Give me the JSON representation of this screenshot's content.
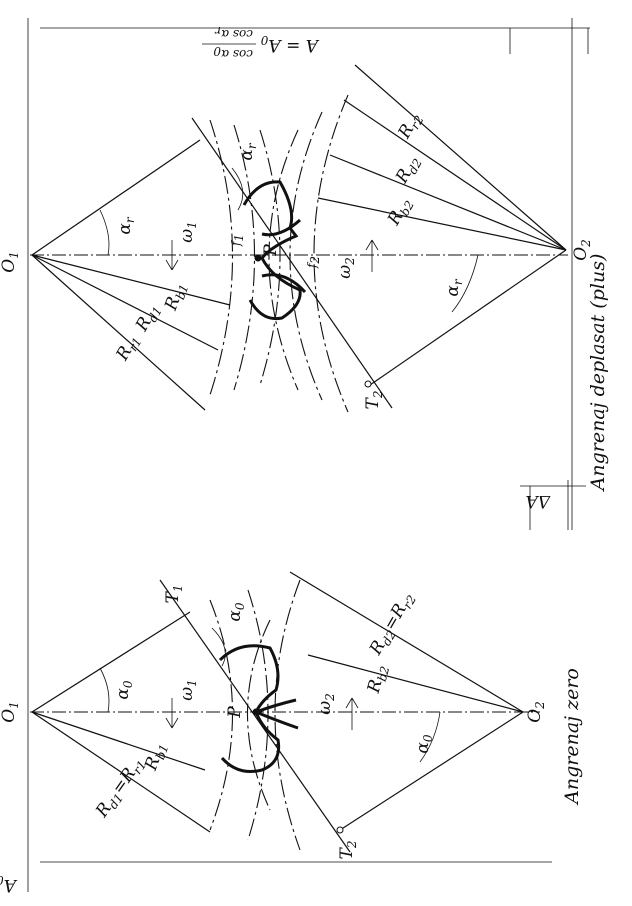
{
  "captions": {
    "zero": "Angrenaj zero",
    "shifted": "Angrenaj deplasat (plus)"
  },
  "formula": {
    "lhs": "A = A",
    "lhs_sub": "0",
    "num": "cos α",
    "num_sub": "0",
    "den": "cos α",
    "den_sub": "r"
  },
  "dimensions": {
    "a0": "A",
    "a0_sub": "0",
    "delta": "ΔA"
  },
  "zero": {
    "o1": "O",
    "o1_sub": "1",
    "o2": "O",
    "o2_sub": "2",
    "t1": "T",
    "t1_sub": "1",
    "t2": "T",
    "t2_sub": "2",
    "p": "P",
    "rd1": "R",
    "rd1_sub": "d1",
    "rd1_eq": "=R",
    "rd1_eq_sub": "r1",
    "rd2": "R",
    "rd2_sub": "d2",
    "rd2_eq": "=R",
    "rd2_eq_sub": "r2",
    "rb1": "R",
    "rb1_sub": "b1",
    "rb2": "R",
    "rb2_sub": "b2",
    "w1": "ω",
    "w1_sub": "1",
    "w2": "ω",
    "w2_sub": "2",
    "alpha_top": "α",
    "alpha_top_sub": "0",
    "alpha_t1": "α",
    "alpha_t1_sub": "0",
    "alpha_bottom": "α",
    "alpha_bottom_sub": "0"
  },
  "shifted": {
    "o1": "O",
    "o1_sub": "1",
    "o2": "O",
    "o2_sub": "2",
    "t2": "T",
    "t2_sub": "2",
    "p": "P",
    "rr1": "R",
    "rr1_sub": "r1",
    "rd1": "R",
    "rd1_sub": "d1",
    "rb1": "R",
    "rb1_sub": "b1",
    "rr2": "R",
    "rr2_sub": "r2",
    "rd2": "R",
    "rd2_sub": "d2",
    "rb2": "R",
    "rb2_sub": "b2",
    "w1": "ω",
    "w1_sub": "1",
    "w2": "ω",
    "w2_sub": "2",
    "alpha_top": "α",
    "alpha_top_sub": "r",
    "alpha_t1": "α",
    "alpha_t1_sub": "r",
    "alpha_bottom": "α",
    "alpha_bottom_sub": "r",
    "f1": "f",
    "f1_sub": "1",
    "f2": "f",
    "f2_sub": "2"
  }
}
